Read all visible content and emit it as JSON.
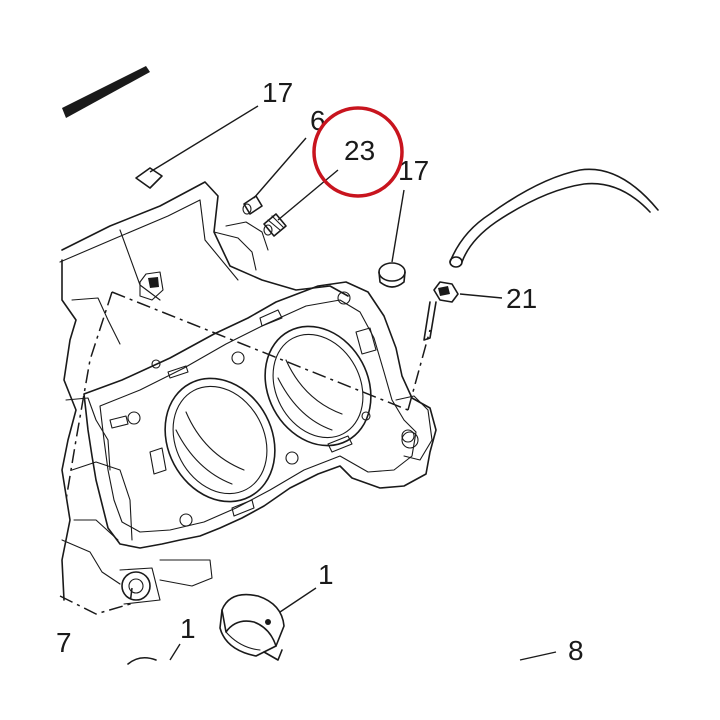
{
  "callouts": {
    "c17_top": "17",
    "c6": "6",
    "c23": "23",
    "c17_right": "17",
    "c21": "21",
    "c1_mid": "1",
    "c1_bottom": "1",
    "c7_edge": "7",
    "c8": "8"
  },
  "colors": {
    "ink": "#1a1a1a",
    "highlight_ring": "#c8141e",
    "background": "#ffffff"
  },
  "highlight": {
    "target_callout": "23",
    "shape": "ring"
  }
}
